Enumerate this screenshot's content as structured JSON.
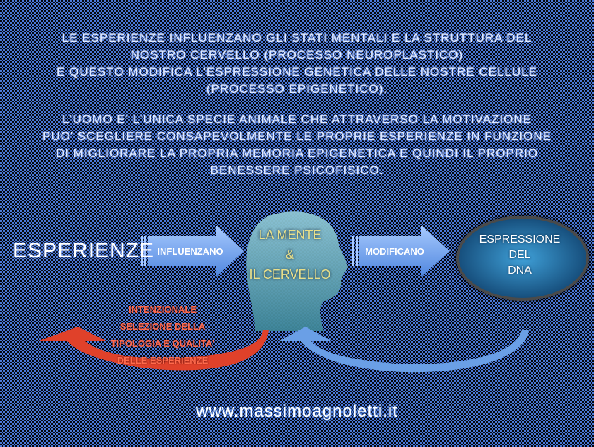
{
  "intro": {
    "lines": [
      "LE ESPERIENZE INFLUENZANO GLI STATI MENTALI E LA STRUTTURA DEL",
      "NOSTRO CERVELLO (PROCESSO NEUROPLASTICO)",
      "E QUESTO MODIFICA L'ESPRESSIONE GENETICA DELLE NOSTRE CELLULE",
      "(PROCESSO EPIGENETICO)."
    ]
  },
  "statement": {
    "lines": [
      "L'UOMO E' L'UNICA SPECIE ANIMALE CHE ATTRAVERSO LA MOTIVAZIONE",
      "PUO' SCEGLIERE CONSAPEVOLMENTE LE PROPRIE ESPERIENZE IN FUNZIONE",
      "DI MIGLIORARE LA PROPRIA MEMORIA EPIGENETICA E QUINDI IL PROPRIO",
      "BENESSERE PSICOFISICO."
    ]
  },
  "diagram": {
    "source": "ESPERIENZE",
    "arrow1": "INFLUENZANO",
    "head": [
      "LA MENTE",
      "&",
      "IL CERVELLO"
    ],
    "arrow2": "MODIFICANO",
    "target": [
      "ESPRESSIONE",
      "DEL",
      "DNA"
    ],
    "feedback": [
      "INTENZIONALE",
      "SELEZIONE DELLA",
      "TIPOLOGIA E QUALITA'",
      "DELLE ESPERIENZE"
    ]
  },
  "footer": {
    "url": "www.massimoagnoletti.it"
  },
  "colors": {
    "feedback_red": "#ff6a4c",
    "arrow_blue": "#7eaef0",
    "head_text": "#e8df8a"
  }
}
